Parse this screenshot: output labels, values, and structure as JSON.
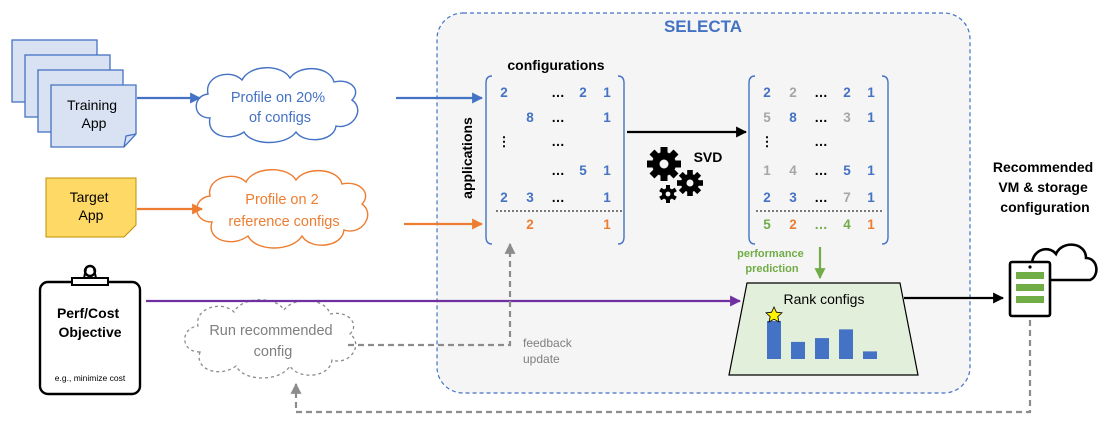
{
  "title": "SELECTA",
  "colors": {
    "blue": "#4472C4",
    "orange": "#ED7D31",
    "green": "#70AD47",
    "purple": "#7030A0",
    "gray": "#8c8c8c",
    "note_yellow": "#FFD966",
    "pages_fill": "#D9E2F3",
    "panel_fill": "#F5F5F5",
    "rank_fill": "#E2EFDA"
  },
  "training": {
    "label_1": "Training",
    "label_2": "App"
  },
  "target": {
    "label_1": "Target",
    "label_2": "App"
  },
  "objective": {
    "label_1": "Perf/Cost",
    "label_2": "Objective",
    "example": "e.g., minimize cost"
  },
  "cloud_profile_20": {
    "line_1": "Profile on 20%",
    "line_2": "of configs"
  },
  "cloud_profile_2": {
    "line_1": "Profile on 2",
    "line_2": "reference configs"
  },
  "cloud_run": {
    "line_1": "Run recommended",
    "line_2": "config"
  },
  "matrix_left": {
    "col_label": "configurations",
    "row_label": "applications",
    "cells": {
      "r1c1": "2",
      "r1c3": "…",
      "r1c4": "2",
      "r1c5": "1",
      "r2c2": "8",
      "r2c3": "…",
      "r2c5": "1",
      "r3c1": "⋮",
      "r3c3": "…",
      "r4c3": "…",
      "r4c4": "5",
      "r4c5": "1",
      "r5c1": "2",
      "r5c2": "3",
      "r5c3": "…",
      "r5c5": "1",
      "r6c2": "2",
      "r6c5": "1"
    }
  },
  "svd_label": "SVD",
  "matrix_right": {
    "cells": {
      "r1c1": "2",
      "r1c2": "2",
      "r1c3": "…",
      "r1c4": "2",
      "r1c5": "1",
      "r2c1": "5",
      "r2c2": "8",
      "r2c3": "…",
      "r2c4": "3",
      "r2c5": "1",
      "r3c1": "⋮",
      "r3c3": "…",
      "r4c1": "1",
      "r4c2": "4",
      "r4c3": "…",
      "r4c4": "5",
      "r4c5": "1",
      "r5c1": "2",
      "r5c2": "3",
      "r5c3": "…",
      "r5c4": "7",
      "r5c5": "1",
      "r6c1": "5",
      "r6c2": "2",
      "r6c3": "…",
      "r6c4": "4",
      "r6c5": "1"
    }
  },
  "prediction": {
    "line_1": "performance",
    "line_2": "prediction"
  },
  "rank": {
    "label": "Rank configs",
    "bar_values": [
      1.0,
      0.45,
      0.55,
      0.78,
      0.2
    ]
  },
  "feedback": {
    "line_1": "feedback",
    "line_2": "update"
  },
  "recommended": {
    "line_1": "Recommended",
    "line_2": "VM & storage",
    "line_3": "configuration"
  }
}
